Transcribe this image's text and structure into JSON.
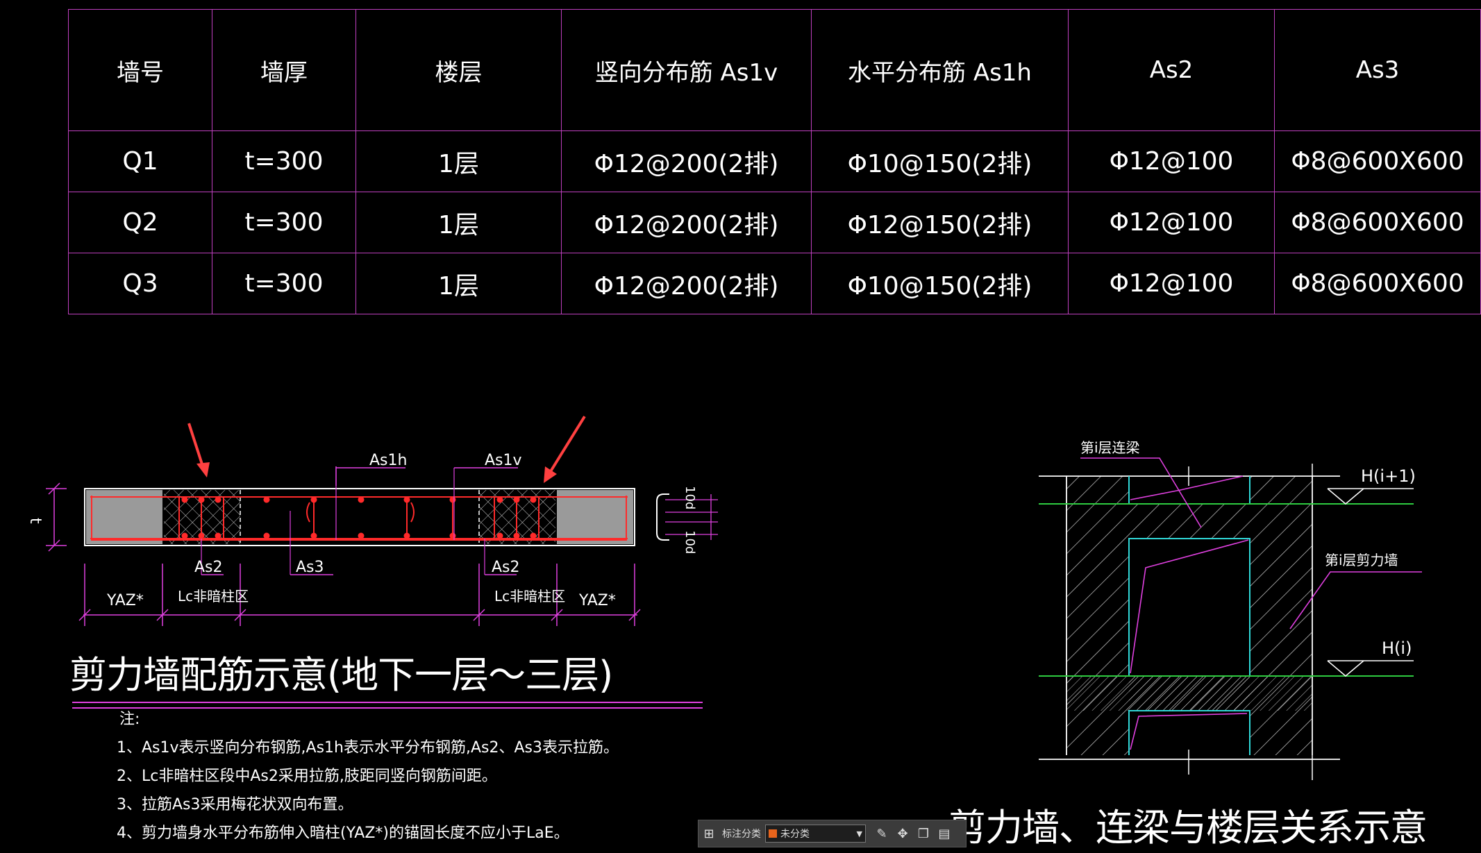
{
  "table": {
    "headers": [
      "墙号",
      "墙厚",
      "楼层",
      "竖向分布筋 As1v",
      "水平分布筋 As1h",
      "As2",
      "As3"
    ],
    "rows": [
      [
        "Q1",
        "t=300",
        "1层",
        "Φ12@200(2排)",
        "Φ10@150(2排)",
        "Φ12@100",
        "Φ8@600X600"
      ],
      [
        "Q2",
        "t=300",
        "1层",
        "Φ12@200(2排)",
        "Φ12@150(2排)",
        "Φ12@100",
        "Φ8@600X600"
      ],
      [
        "Q3",
        "t=300",
        "1层",
        "Φ12@200(2排)",
        "Φ10@150(2排)",
        "Φ12@100",
        "Φ8@600X600"
      ]
    ]
  },
  "wall_diagram": {
    "thickness_label": "t",
    "label_as1h": "As1h",
    "label_as1v": "As1v",
    "label_as2_left": "As2",
    "label_as3": "As3",
    "label_as2_right": "As2",
    "label_yaz_left": "YAZ*",
    "label_lc_left": "Lc非暗柱区",
    "label_lc_right": "Lc非暗柱区",
    "label_yaz_right": "YAZ*",
    "label_10d_top": "10d",
    "label_10d_bottom": "10d",
    "title": "剪力墙配筋示意(地下一层～三层)"
  },
  "notes": {
    "heading": "注:",
    "items": [
      "1、As1v表示竖向分布钢筋,As1h表示水平分布钢筋,As2、As3表示拉筋。",
      "2、Lc非暗柱区段中As2采用拉筋,肢距同竖向钢筋间距。",
      "3、拉筋As3采用梅花状双向布置。",
      "4、剪力墙身水平分布筋伸入暗柱(YAZ*)的锚固长度不应小于LaE。"
    ]
  },
  "section_diagram": {
    "label_beam": "第i层连梁",
    "label_wall": "第i层剪力墙",
    "label_h_top": "H(i+1)",
    "label_h_bottom": "H(i)",
    "title": "剪力墙、连梁与楼层关系示意"
  },
  "toolbar": {
    "label": "标注分类",
    "select_value": "未分类"
  },
  "colors": {
    "grid": "#c040c0",
    "rebar": "#ff2a2a",
    "green": "#2ecc40",
    "cyan": "#30d8d8",
    "arrow": "#ff4040",
    "magenta": "#e040e0"
  }
}
